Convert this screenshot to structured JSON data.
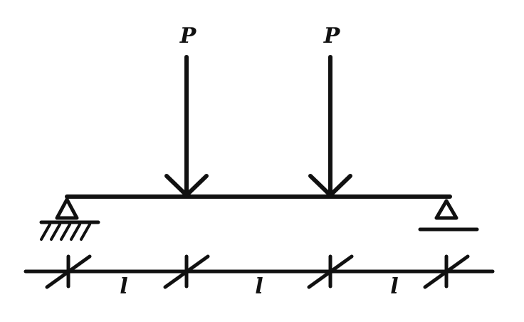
{
  "loads": [
    {
      "label": "P"
    },
    {
      "label": "P"
    }
  ],
  "spans": [
    {
      "label": "l"
    },
    {
      "label": "l"
    },
    {
      "label": "l"
    }
  ],
  "supports": {
    "left": "pin",
    "right": "roller"
  },
  "colors": {
    "ink": "#111111",
    "background": "#ffffff"
  }
}
